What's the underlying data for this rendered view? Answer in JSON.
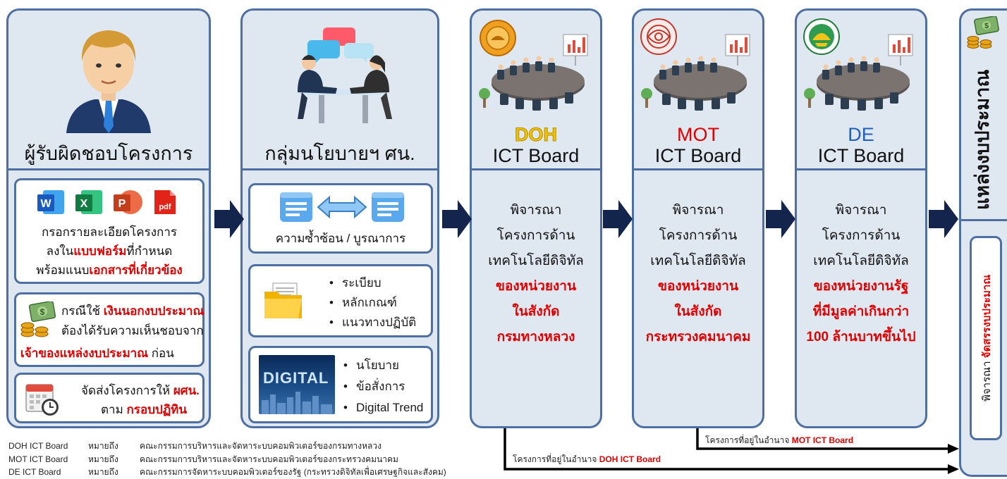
{
  "panel1": {
    "title": "ผู้รับผิดชอบโครงการ",
    "card1_line1": "กรอกรายละเอียดโครงการ",
    "card1_line2_pre": "ลงใน",
    "card1_line2_red": "แบบฟอร์ม",
    "card1_line2_post": "ที่กำหนด",
    "card1_line3_pre": "พร้อมแนบ",
    "card1_line3_red": "เอกสารที่เกี่ยวข้อง",
    "card2_line1_pre": "กรณีใช้ ",
    "card2_line1_red": "เงินนอกงบประมาณ",
    "card2_line2": "ต้องได้รับความเห็นชอบจาก",
    "card2_line3_red": "เจ้าของแหล่งงบประมาณ",
    "card2_line3_post": " ก่อน",
    "card3_line1_pre": "จัดส่งโครงการให้ ",
    "card3_line1_red": "ผศน.",
    "card3_line2_pre": "ตาม ",
    "card3_line2_red": "กรอบปฏิทิน",
    "file_icons": [
      "word-icon",
      "excel-icon",
      "powerpoint-icon",
      "pdf-icon"
    ]
  },
  "panel2": {
    "title": "กลุ่มนโยบายฯ ศน.",
    "card1_text": "ความซ้ำซ้อน / บูรณาการ",
    "card2_items": [
      "ระเบียบ",
      "หลักเกณฑ์",
      "แนวทางปฏิบัติ"
    ],
    "card3_items": [
      "นโยบาย",
      "ข้อสั่งการ",
      "Digital Trend"
    ],
    "digital_label": "DIGITAL"
  },
  "boards": [
    {
      "acronym": "DOH",
      "board_label": "ICT Board",
      "acronym_color": "#f5c400",
      "lines": [
        "พิจารณา",
        "โครงการด้าน",
        "เทคโนโลยีดิจิทัล"
      ],
      "red_lines": [
        "ของหน่วยงาน",
        "ในสังกัด",
        "กรมทางหลวง"
      ]
    },
    {
      "acronym": "MOT",
      "board_label": "ICT Board",
      "acronym_color": "#e00000",
      "lines": [
        "พิจารณา",
        "โครงการด้าน",
        "เทคโนโลยีดิจิทัล"
      ],
      "red_lines": [
        "ของหน่วยงาน",
        "ในสังกัด",
        "กระทรวงคมนาคม"
      ]
    },
    {
      "acronym": "DE",
      "board_label": "ICT Board",
      "acronym_color": "#1f5fbf",
      "lines": [
        "พิจารณา",
        "โครงการด้าน",
        "เทคโนโลยีดิจิทัล"
      ],
      "red_lines": [
        "ของหน่วยงานรัฐ",
        "ที่มีมูลค่าเกินกว่า",
        "100 ล้านบาทขึ้นไป"
      ]
    }
  ],
  "budget": {
    "title": "แหล่งงบประมาณ",
    "consider_pre": "พิจารณา ",
    "consider_red": "จัดสรรงบประมาณ"
  },
  "flows": {
    "mot_pre": "โครงการที่อยู่ในอำนาจ ",
    "mot_red": "MOT ICT Board",
    "doh_pre": "โครงการที่อยู่ในอำนาจ ",
    "doh_red": "DOH ICT Board"
  },
  "legend": [
    {
      "term": "DOH ICT Board",
      "means": "หมายถึง",
      "def": "คณะกรรมการบริหารและจัดหาระบบคอมพิวเตอร์ของกรมทางหลวง"
    },
    {
      "term": "MOT ICT Board",
      "means": "หมายถึง",
      "def": "คณะกรรมการบริหารและจัดหาระบบคอมพิวเตอร์ของกระทรวงคมนาคม"
    },
    {
      "term": "DE ICT Board",
      "means": "หมายถึง",
      "def": "คณะกรรมการจัดหาระบบคอมพิวเตอร์ของรัฐ (กระทรวงดิจิทัลเพื่อเศรษฐกิจและสังคม)"
    }
  ],
  "colors": {
    "panel_bg": "#dfe7f1",
    "panel_border": "#4e6fa1",
    "arrow": "#13254d",
    "emphasis_red": "#e00000"
  }
}
